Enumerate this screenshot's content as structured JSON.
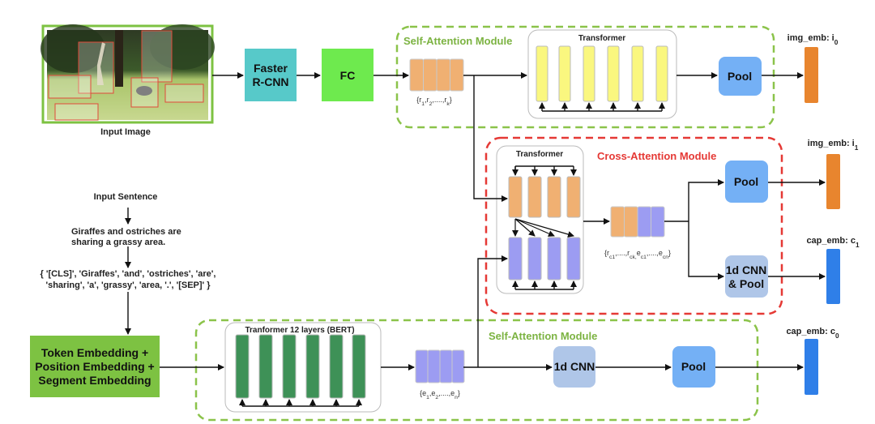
{
  "image_branch": {
    "input_image_label": "Input Image",
    "faster_rcnn": [
      "Faster",
      "R-CNN"
    ],
    "fc": "FC",
    "region_features": [
      {
        "t": "{r"
      },
      {
        "t": "1",
        "sub": true
      },
      {
        "t": ",r"
      },
      {
        "t": "2",
        "sub": true
      },
      {
        "t": ",....,r"
      },
      {
        "t": "k",
        "sub": true
      },
      {
        "t": "}"
      }
    ]
  },
  "self_attention_top": {
    "title": "Self-Attention Module",
    "transformer_title": "Transformer",
    "pool": "Pool",
    "output_label": [
      {
        "t": "img_emb: i"
      },
      {
        "t": "0",
        "sub": true
      }
    ]
  },
  "cross_attention": {
    "title": "Cross-Attention Module",
    "transformer_title": "Transformer",
    "joint_features": [
      {
        "t": "{r"
      },
      {
        "t": "c1",
        "sub": true
      },
      {
        "t": ",....,r"
      },
      {
        "t": "ck,",
        "sub": true
      },
      {
        "t": "e"
      },
      {
        "t": "c1",
        "sub": true
      },
      {
        "t": ",....,e"
      },
      {
        "t": "cn",
        "sub": true
      },
      {
        "t": "}"
      }
    ],
    "pool": "Pool",
    "cnn_pool": [
      "1d CNN",
      "& Pool"
    ],
    "img_output_label": [
      {
        "t": "img_emb: i"
      },
      {
        "t": "1",
        "sub": true
      }
    ],
    "cap_output_label": [
      {
        "t": "cap_emb: c"
      },
      {
        "t": "1",
        "sub": true
      }
    ]
  },
  "text_branch": {
    "input_sentence_label": "Input Sentence",
    "sentence": [
      "Giraffes and ostriches are",
      "sharing a grassy area."
    ],
    "tokens": [
      "{ '[CLS]', 'Giraffes', 'and', 'ostriches', 'are',",
      "'sharing', 'a', 'grassy', 'area, '.', '[SEP]' }"
    ],
    "embedding": [
      "Token Embedding +",
      "Position Embedding +",
      "Segment Embedding"
    ],
    "token_features": [
      {
        "t": "{e"
      },
      {
        "t": "1",
        "sub": true
      },
      {
        "t": ",e"
      },
      {
        "t": "2",
        "sub": true
      },
      {
        "t": ",....,e"
      },
      {
        "t": "n",
        "sub": true
      },
      {
        "t": "}"
      }
    ]
  },
  "self_attention_bottom": {
    "title": "Self-Attention Module",
    "transformer_title": "Tranformer 12 layers (BERT)",
    "cnn": "1d CNN",
    "pool": "Pool",
    "output_label": [
      {
        "t": "cap_emb: c"
      },
      {
        "t": "0",
        "sub": true
      }
    ]
  },
  "colors": {
    "self_attention_border": "#8BC34A",
    "cross_attention_border": "#E53935",
    "region_orange": "#F0B072",
    "yellow_layer": "#FAF77F",
    "text_purple": "#9C9CF2",
    "bert_green": "#3E9157",
    "pool_blue": "#74B0F5",
    "cnn_blue": "#AFC6E8",
    "img_emb_orange": "#E8852E",
    "cap_emb_blue": "#2F7FE8",
    "faster_rcnn_teal": "#57C9C9",
    "fc_green": "#6EEA4E",
    "embedding_green": "#7DC242"
  }
}
